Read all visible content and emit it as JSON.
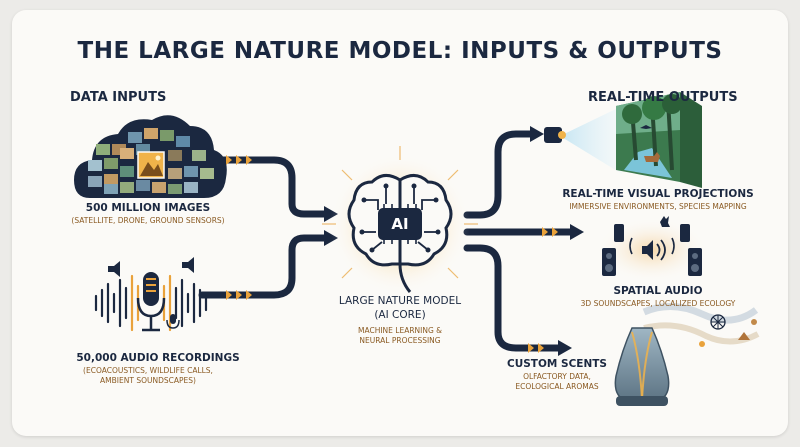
{
  "title": "THE LARGE NATURE MODEL: INPUTS & OUTPUTS",
  "inputs": {
    "heading": "DATA INPUTS",
    "images": {
      "label": "500 MILLION IMAGES",
      "detail": "(SATELLITE, DRONE, GROUND SENSORS)",
      "icon": "cloud-photo-collage-icon"
    },
    "audio": {
      "label": "50,000 AUDIO RECORDINGS",
      "detail_line1": "(ECOACOUSTICS, WILDLIFE CALLS,",
      "detail_line2": "AMBIENT SOUNDSCAPES)",
      "icon": "microphone-waveform-icon"
    }
  },
  "core": {
    "chip_text": "AI",
    "label_line1": "LARGE NATURE MODEL",
    "label_line2": "(AI CORE)",
    "detail_line1": "MACHINE LEARNING &",
    "detail_line2": "NEURAL PROCESSING",
    "icon": "ai-brain-icon"
  },
  "outputs": {
    "heading": "REAL-TIME OUTPUTS",
    "visual": {
      "label": "REAL-TIME VISUAL PROJECTIONS",
      "detail": "IMMERSIVE ENVIRONMENTS, SPECIES MAPPING",
      "icon": "projector-forest-icon"
    },
    "audio": {
      "label": "SPATIAL AUDIO",
      "detail": "3D SOUNDSCAPES, LOCALIZED ECOLOGY",
      "icon": "surround-speakers-icon"
    },
    "scents": {
      "label": "CUSTOM SCENTS",
      "detail_line1": "OLFACTORY DATA,",
      "detail_line2": "ECOLOGICAL AROMAS",
      "icon": "scent-diffuser-icon"
    }
  },
  "colors": {
    "navy": "#1b2840",
    "accent": "#e9a23b",
    "detail": "#8a5a22"
  }
}
